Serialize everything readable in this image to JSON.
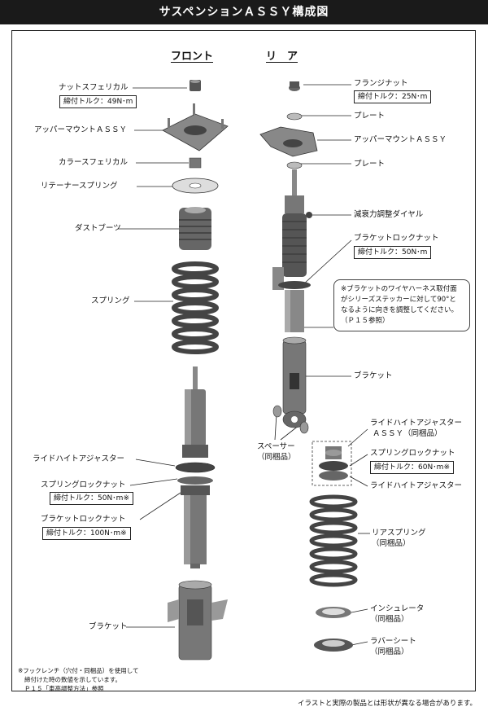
{
  "title": "サスペンションＡＳＳＹ構成図",
  "headings": {
    "front": "フロント",
    "rear": "リ　ア"
  },
  "front": {
    "nut": "ナットスフェリカル",
    "nut_torque": "締付トルク：49N･m",
    "upper_mount": "アッパーマウントＡＳＳＹ",
    "collar": "カラースフェリカル",
    "retainer": "リテーナースプリング",
    "dust_boot": "ダストブーツ",
    "spring": "スプリング",
    "ride_height": "ライドハイトアジャスター",
    "spring_lock": "スプリングロックナット",
    "spring_lock_torque": "締付トルク：50N･m※",
    "bracket_lock": "ブラケットロックナット",
    "bracket_lock_torque": "締付トルク：100N･m※",
    "bracket": "ブラケット"
  },
  "rear": {
    "flange_nut": "フランジナット",
    "flange_torque": "締付トルク：25N･m",
    "plate1": "プレート",
    "upper_mount": "アッパーマウントＡＳＳＹ",
    "plate2": "プレート",
    "damping_dial": "減衰力調整ダイヤル",
    "bracket_lock": "ブラケットロックナット",
    "bracket_lock_torque": "締付トルク：50N･m",
    "note": "※ブラケットのワイヤハーネス取付面がシリーズステッカーに対して90°となるように向きを調整してください。（Ｐ１５参照）",
    "bracket": "ブラケット",
    "spacer": "スペーサー",
    "spacer_sub": "（同梱品）",
    "ride_height_assy": "ライドハイトアジャスター",
    "ride_height_assy2": "ＡＳＳＹ（同梱品）",
    "spring_lock": "スプリングロックナット",
    "spring_lock_torque": "締付トルク：60N･m※",
    "ride_height": "ライドハイトアジャスター",
    "rear_spring": "リアスプリング",
    "rear_spring_sub": "（同梱品）",
    "insulator": "インシュレータ",
    "insulator_sub": "（同梱品）",
    "rubber_seat": "ラバーシート",
    "rubber_seat_sub": "（同梱品）"
  },
  "footnote": {
    "line1": "※フックレンチ（穴付・同梱品）を使用して",
    "line2": "締付けた時の数値を示しています。",
    "line3": "Ｐ１５「車高調整方法」参照"
  },
  "disclaimer": "イラストと実際の製品とは形状が異なる場合があります。"
}
